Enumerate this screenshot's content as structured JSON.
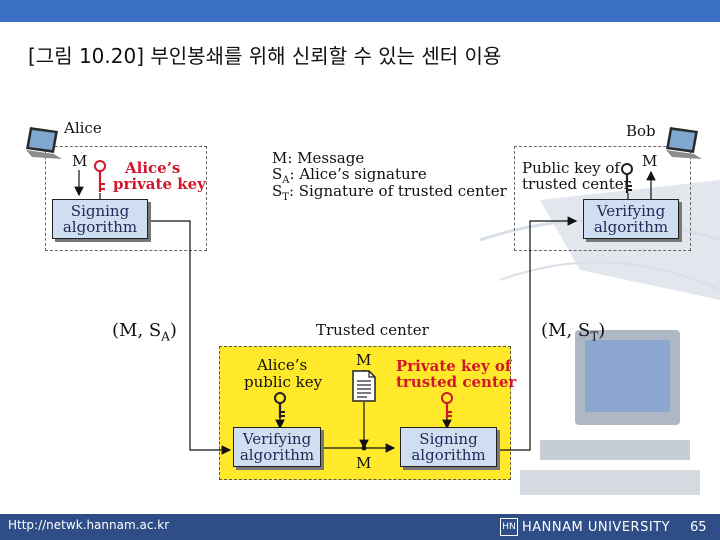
{
  "title": "[그림 10.20] 부인봉쇄를 위해 신뢰할 수 있는 센터 이용",
  "alice": {
    "name": "Alice",
    "m": "M",
    "private_key": [
      "Alice’s",
      "private key"
    ],
    "signing": [
      "Signing",
      "algorithm"
    ]
  },
  "bob": {
    "name": "Bob",
    "m": "M",
    "public_key": [
      "Public key of",
      "trusted center"
    ],
    "verifying": [
      "Verifying",
      "algorithm"
    ]
  },
  "legend": {
    "m_line": "M: Message",
    "sa_main": "S",
    "sa_sub": "A",
    "sa_rest": ": Alice’s signature",
    "st_main": "S",
    "st_sub": "T",
    "st_rest": ": Signature of trusted center"
  },
  "msg_a": {
    "prefix": "(M, S",
    "sub": "A",
    "suffix": ")"
  },
  "msg_t": {
    "prefix": "(M, S",
    "sub": "T",
    "suffix": ")"
  },
  "center": {
    "title": "Trusted center",
    "alice_pub": [
      "Alice’s",
      "public key"
    ],
    "m_top": "M",
    "m_bottom": "M",
    "private_key": [
      "Private key of",
      "trusted center"
    ],
    "verifying": [
      "Verifying",
      "algorithm"
    ],
    "signing": [
      "Signing",
      "algorithm"
    ]
  },
  "footer": {
    "url": "Http://netwk.hannam.ac.kr",
    "logo": "HN",
    "university": "HANNAM  UNIVERSITY",
    "page": "65"
  },
  "colors": {
    "accent": "#3a6fc4",
    "footer": "#2f4d86",
    "trusted_bg": "#ffe92a",
    "key_red": "#d0182c",
    "algo_fill": "#d0def1"
  }
}
